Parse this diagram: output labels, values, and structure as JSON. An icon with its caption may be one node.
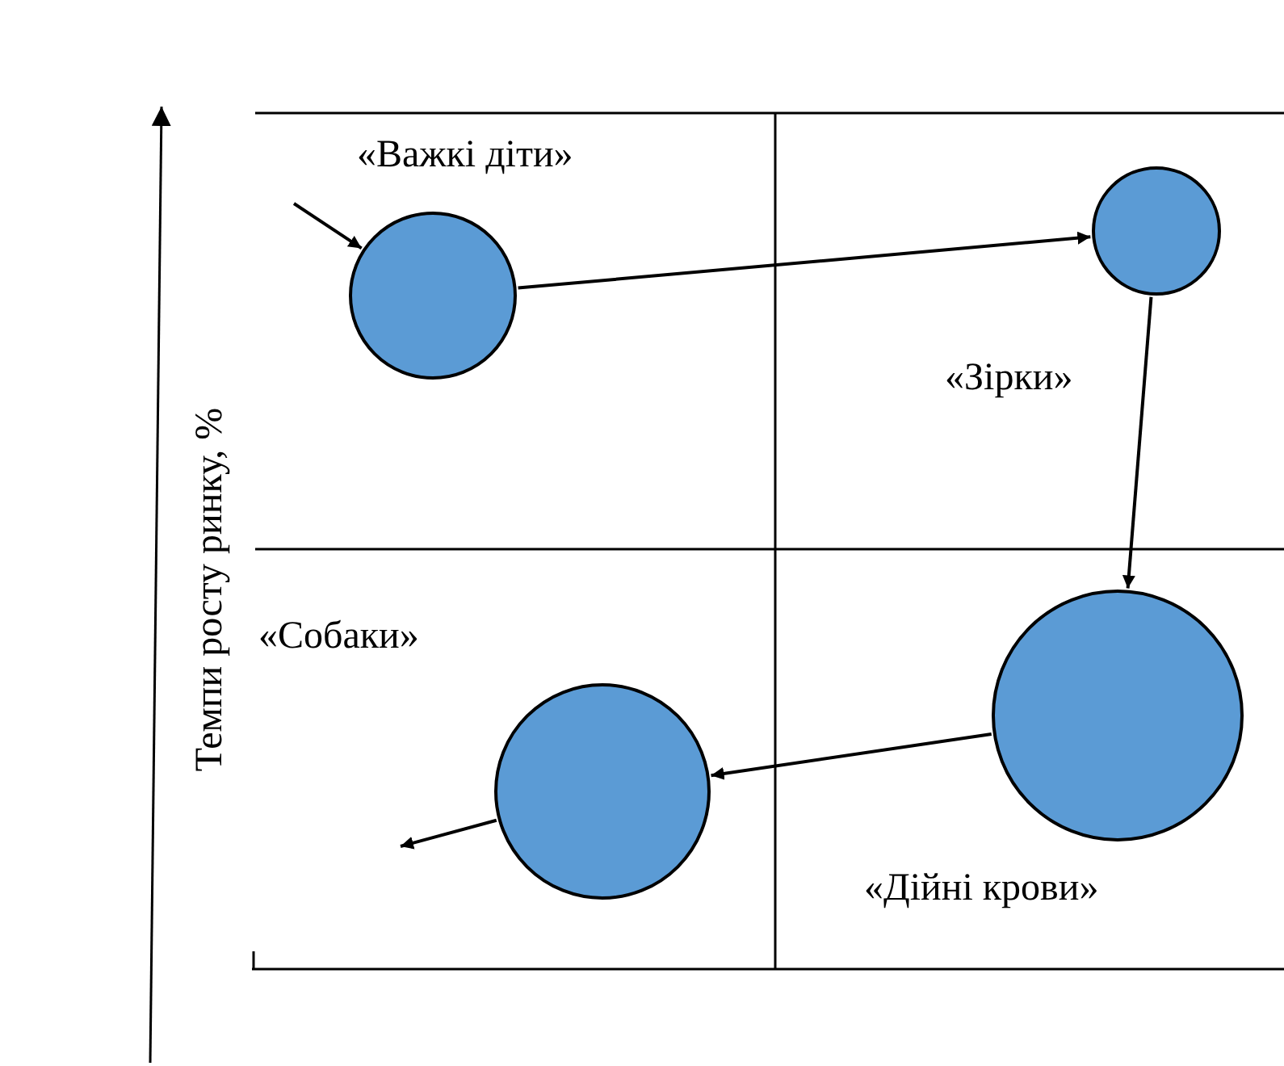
{
  "diagram": {
    "nodes": [
      {
        "text": [],
        "shape": "circle",
        "beside": [
          "«Важкі діти»"
        ]
      },
      {
        "text": [],
        "shape": "circle",
        "beside": [
          "«Зірки»"
        ]
      },
      {
        "text": [],
        "shape": "circle",
        "beside": [
          "«Дійні крови»"
        ]
      },
      {
        "text": [],
        "shape": "circle",
        "beside": [
          "«Собаки»"
        ]
      }
    ],
    "edges": [
      {
        "from": null,
        "to": 0,
        "arrow": "to"
      },
      {
        "from": 0,
        "to": 1,
        "arrow": "to"
      },
      {
        "from": 1,
        "to": 2,
        "arrow": "to"
      },
      {
        "from": 2,
        "to": 3,
        "arrow": "to"
      },
      {
        "from": 3,
        "to": null,
        "arrow": "to"
      }
    ],
    "labels": [
      "Темпи росту ринку, %"
    ]
  }
}
